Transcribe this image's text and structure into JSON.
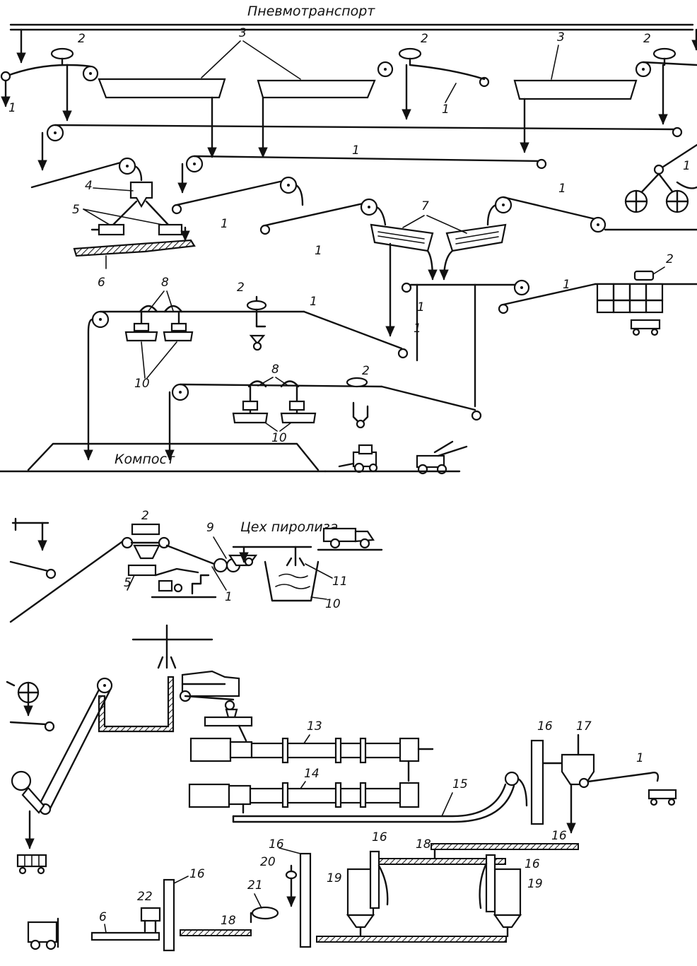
{
  "diagram": {
    "titles": {
      "pneumotransport": "Пневмотранспорт",
      "compost": "Компост",
      "pyrolysis_shop": "Цех пиролиза"
    },
    "labels": {
      "n1": "1",
      "n2": "2",
      "n3": "3",
      "n4": "4",
      "n5": "5",
      "n6": "6",
      "n7": "7",
      "n8": "8",
      "n9": "9",
      "n10": "10",
      "n11": "11",
      "n13": "13",
      "n14": "14",
      "n15": "15",
      "n16": "16",
      "n17": "17",
      "n18": "18",
      "n19": "19",
      "n20": "20",
      "n21": "21",
      "n22": "22"
    }
  }
}
